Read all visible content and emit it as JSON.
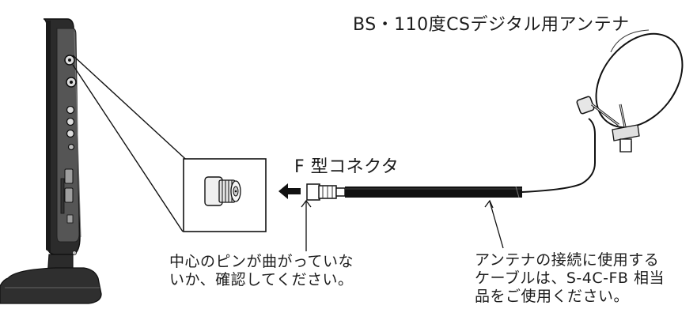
{
  "antenna_label": "BS・110度CSデジタル用アンテナ",
  "connector_label": "F 型コネクタ",
  "pin_note": {
    "lines": [
      "中心のピンが曲がっていな",
      "いか、確認してください。"
    ]
  },
  "cable_note": {
    "lines": [
      "アンテナの接続に使用する",
      "ケーブルは、S-4C-FB 相当",
      "品をご使用ください。"
    ]
  },
  "colors": {
    "ink": "#1a1a1a",
    "tv_body": "#2b2b2b",
    "tv_panel": "#555555",
    "dish_face": "#ffffff",
    "cable": "#111111"
  },
  "icons": {
    "tv": "tv-side-view-icon",
    "antenna": "satellite-dish-icon",
    "f_connector": "f-connector-icon",
    "arrow": "left-arrow-icon"
  }
}
